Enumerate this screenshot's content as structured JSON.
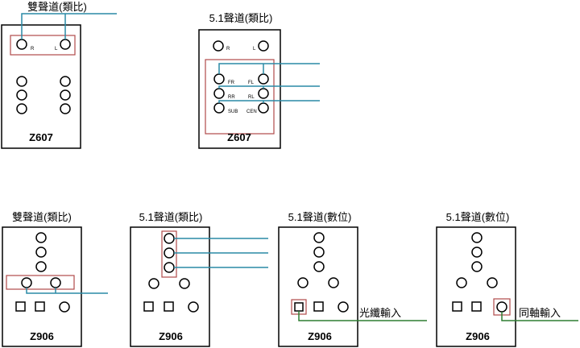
{
  "panels": {
    "z607_stereo": {
      "title": "雙聲道(類比)",
      "model": "Z607",
      "labels": {
        "r": "R",
        "l": "L"
      }
    },
    "z607_51": {
      "title": "5.1聲道(類比)",
      "model": "Z607",
      "labels": {
        "r": "R",
        "l": "L",
        "fr": "FR",
        "fl": "FL",
        "rr": "RR",
        "rl": "RL",
        "sub": "SUB",
        "cen": "CEN"
      }
    },
    "z906_stereo": {
      "title": "雙聲道(類比)",
      "model": "Z906"
    },
    "z906_51_analog": {
      "title": "5.1聲道(類比)",
      "model": "Z906"
    },
    "z906_51_optical": {
      "title": "5.1聲道(數位)",
      "model": "Z906",
      "annotation": "光纖輸入"
    },
    "z906_51_coax": {
      "title": "5.1聲道(數位)",
      "model": "Z906",
      "annotation": "同軸輸入"
    }
  },
  "colors": {
    "panel_border": "#000000",
    "highlight_box": "#b04a4a",
    "analog_cable": "#2a8aa6",
    "digital_cable": "#2e7d32"
  }
}
